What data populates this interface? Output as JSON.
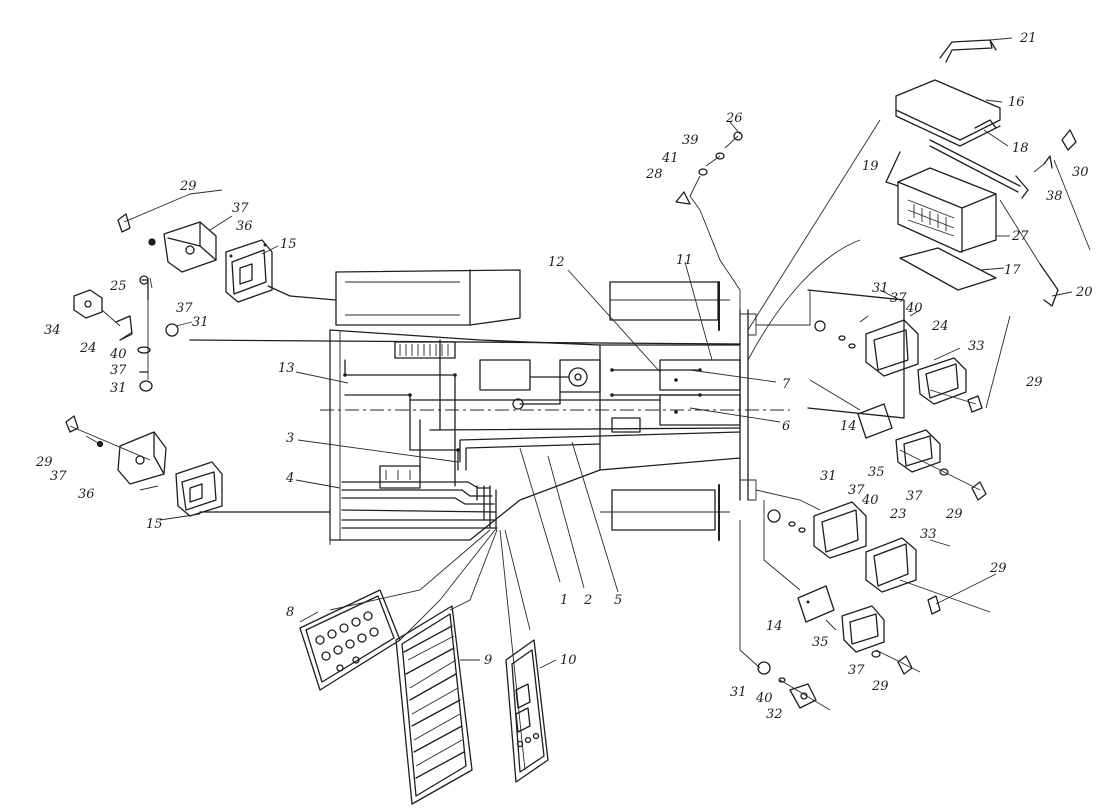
{
  "diagram": {
    "ink_color": "#1e1e1e",
    "background": "#ffffff",
    "callouts": [
      {
        "id": "c21",
        "text": "21"
      },
      {
        "id": "c16",
        "text": "16"
      },
      {
        "id": "c18",
        "text": "18"
      },
      {
        "id": "c19",
        "text": "19"
      },
      {
        "id": "c30",
        "text": "30"
      },
      {
        "id": "c38",
        "text": "38"
      },
      {
        "id": "c27",
        "text": "27"
      },
      {
        "id": "c17",
        "text": "17"
      },
      {
        "id": "c20",
        "text": "20"
      },
      {
        "id": "c26",
        "text": "26"
      },
      {
        "id": "c39",
        "text": "39"
      },
      {
        "id": "c41",
        "text": "41"
      },
      {
        "id": "c28",
        "text": "28"
      },
      {
        "id": "c11",
        "text": "11"
      },
      {
        "id": "c12",
        "text": "12"
      },
      {
        "id": "c7",
        "text": "7"
      },
      {
        "id": "c6",
        "text": "6"
      },
      {
        "id": "c29a",
        "text": "29"
      },
      {
        "id": "c37a",
        "text": "37"
      },
      {
        "id": "c36a",
        "text": "36"
      },
      {
        "id": "c15a",
        "text": "15"
      },
      {
        "id": "c25",
        "text": "25"
      },
      {
        "id": "c34",
        "text": "34"
      },
      {
        "id": "c24a",
        "text": "24"
      },
      {
        "id": "c37b",
        "text": "37"
      },
      {
        "id": "c31a",
        "text": "31"
      },
      {
        "id": "c40a",
        "text": "40"
      },
      {
        "id": "c37c",
        "text": "37"
      },
      {
        "id": "c31b",
        "text": "31"
      },
      {
        "id": "c13",
        "text": "13"
      },
      {
        "id": "c3",
        "text": "3"
      },
      {
        "id": "c4",
        "text": "4"
      },
      {
        "id": "c29b",
        "text": "29"
      },
      {
        "id": "c37d",
        "text": "37"
      },
      {
        "id": "c36b",
        "text": "36"
      },
      {
        "id": "c15b",
        "text": "15"
      },
      {
        "id": "c31c",
        "text": "31"
      },
      {
        "id": "c37e",
        "text": "37"
      },
      {
        "id": "c40b",
        "text": "40"
      },
      {
        "id": "c24b",
        "text": "24"
      },
      {
        "id": "c33a",
        "text": "33"
      },
      {
        "id": "c29c",
        "text": "29"
      },
      {
        "id": "c14a",
        "text": "14"
      },
      {
        "id": "c35a",
        "text": "35"
      },
      {
        "id": "c37f",
        "text": "37"
      },
      {
        "id": "c29d",
        "text": "29"
      },
      {
        "id": "c31d",
        "text": "31"
      },
      {
        "id": "c37g",
        "text": "37"
      },
      {
        "id": "c40c",
        "text": "40"
      },
      {
        "id": "c23",
        "text": "23"
      },
      {
        "id": "c33b",
        "text": "33"
      },
      {
        "id": "c29e",
        "text": "29"
      },
      {
        "id": "c14b",
        "text": "14"
      },
      {
        "id": "c35b",
        "text": "35"
      },
      {
        "id": "c37h",
        "text": "37"
      },
      {
        "id": "c29f",
        "text": "29"
      },
      {
        "id": "c31e",
        "text": "31"
      },
      {
        "id": "c40d",
        "text": "40"
      },
      {
        "id": "c32",
        "text": "32"
      },
      {
        "id": "c1",
        "text": "1"
      },
      {
        "id": "c2",
        "text": "2"
      },
      {
        "id": "c5",
        "text": "5"
      },
      {
        "id": "c8",
        "text": "8"
      },
      {
        "id": "c9",
        "text": "9"
      },
      {
        "id": "c10",
        "text": "10"
      }
    ]
  }
}
